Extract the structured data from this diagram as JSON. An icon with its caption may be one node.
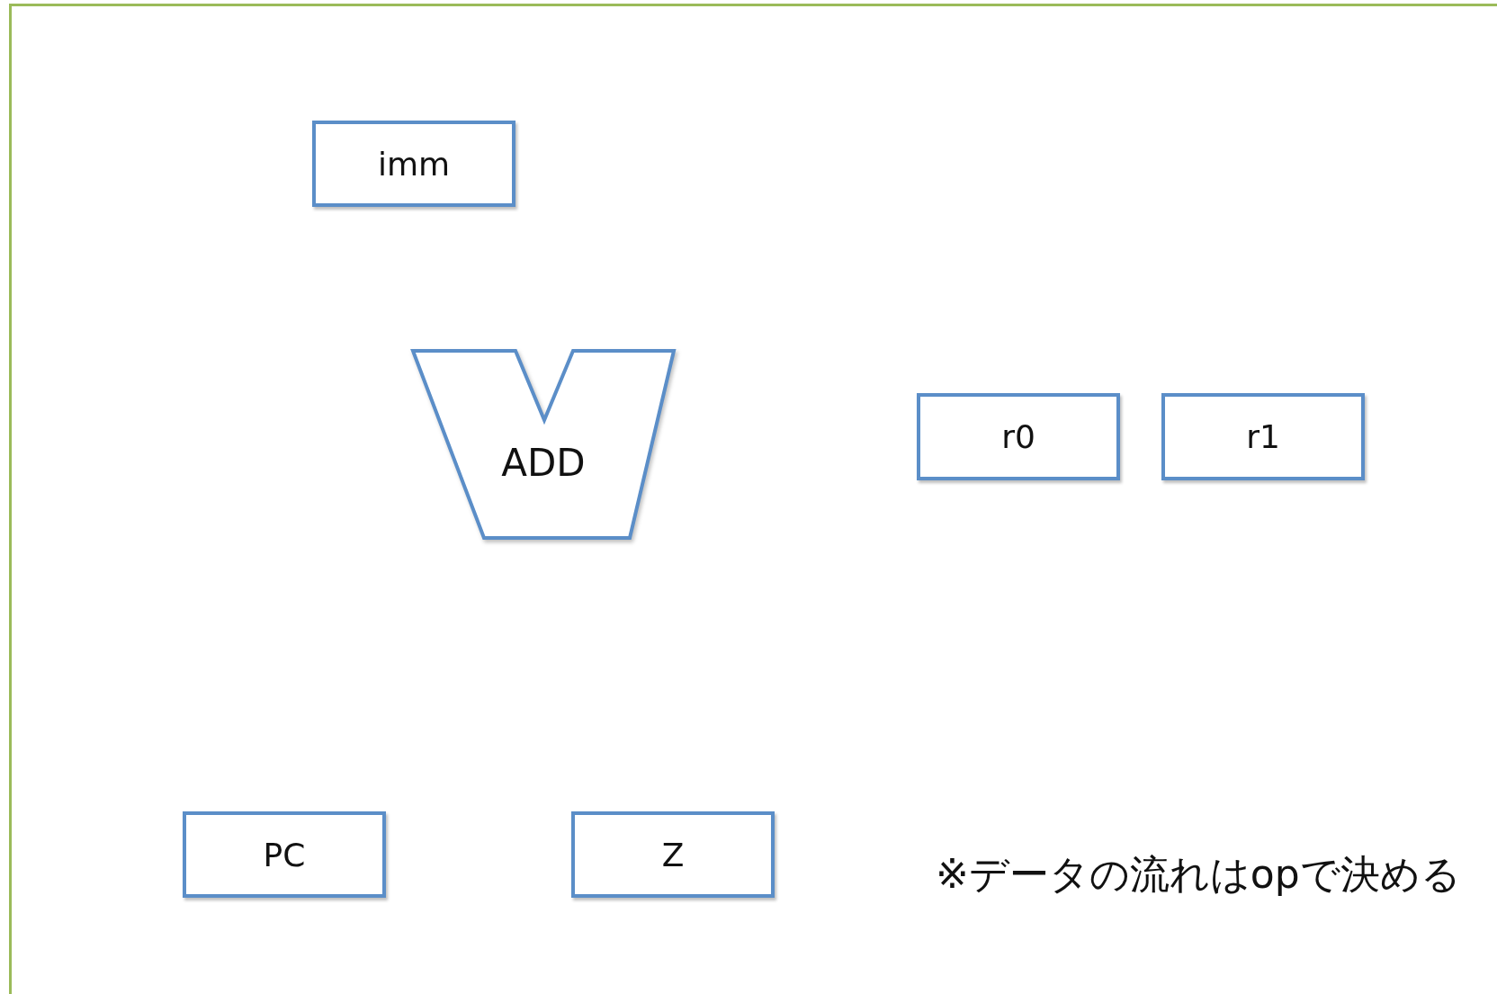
{
  "diagram": {
    "nodes": [
      {
        "text": [
          "imm"
        ]
      },
      {
        "text": [
          "ADD"
        ]
      },
      {
        "text": [
          "r0"
        ]
      },
      {
        "text": [
          "r1"
        ]
      },
      {
        "text": [
          "PC"
        ]
      },
      {
        "text": [
          "Z"
        ]
      }
    ],
    "labels": [
      "※データの流れはopで決める"
    ]
  }
}
